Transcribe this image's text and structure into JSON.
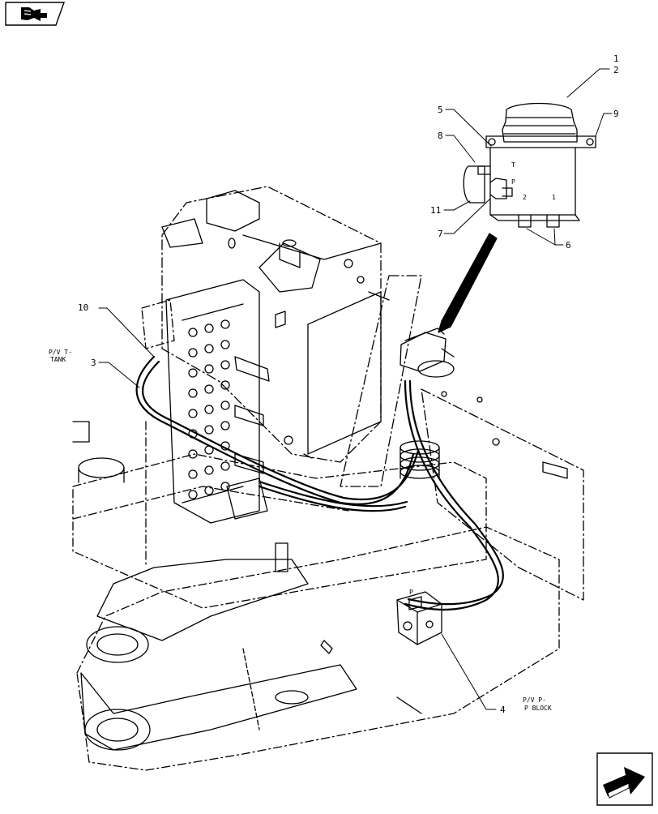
{
  "nav": {
    "back_icon": "book-arrow-icon",
    "next_icon": "next-page-arrow-icon"
  },
  "callouts": {
    "c1": "1",
    "c2": "2",
    "c3": "3",
    "c4": "4",
    "c5": "5",
    "c6": "6",
    "c7": "7",
    "c8": "8",
    "c9": "9",
    "c10": "10",
    "c11": "11"
  },
  "valve_labels": {
    "t": "T",
    "p": "P",
    "port2": "2",
    "port1": "1"
  },
  "annotations": {
    "pv_t_tank_line1": "P/V T-",
    "pv_t_tank_line2": "TANK",
    "pv_p_block_line1": "P/V P-",
    "pv_p_block_line2": "P BLOCK",
    "p_port": "P"
  }
}
